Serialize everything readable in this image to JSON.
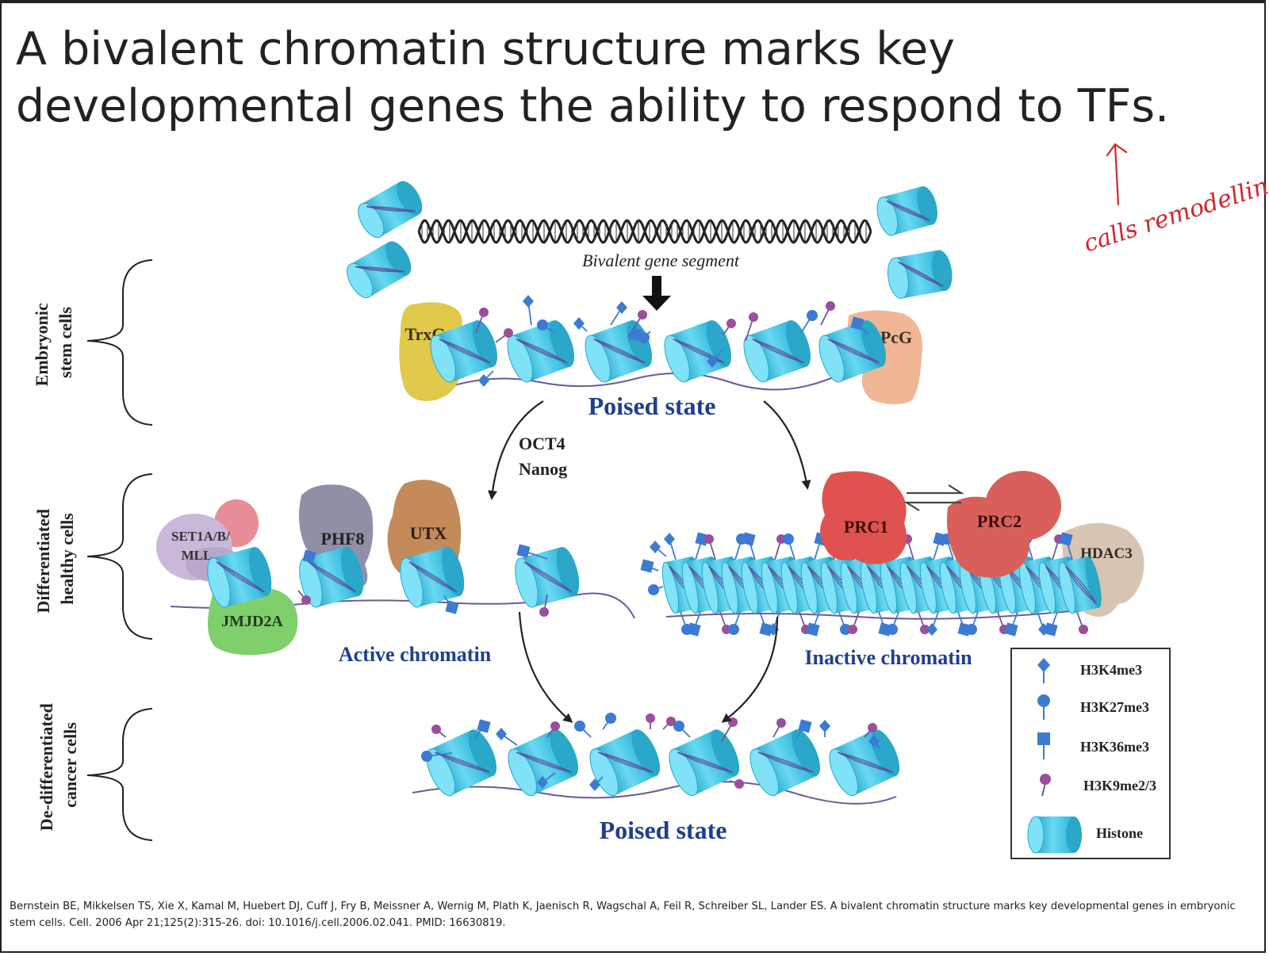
{
  "title": {
    "line1": "A bivalent chromatin structure marks key",
    "line2": "developmental genes the ability to respond to TFs."
  },
  "handwritten_note": "calls remodelling",
  "diagram": {
    "dna_label": "Bivalent gene segment",
    "rows": {
      "embryonic": "Embryonic stem cells",
      "differentiated": "Differentiated healthy cells",
      "dedifferentiated": "De-differentiated cancer cells"
    },
    "rows_lines": {
      "embryonic": [
        "Embryonic",
        "stem cells"
      ],
      "differentiated": [
        "Differentiated",
        "healthy cells"
      ],
      "dedifferentiated": [
        "De-differentiated",
        "cancer cells"
      ]
    },
    "proteins": {
      "trxg": "TrxG",
      "pcg": "PcG",
      "set1": [
        "SET1A/B/",
        "MLL"
      ],
      "phf8": "PHF8",
      "utx": "UTX",
      "jmjd2a": "JMJD2A",
      "prc1": "PRC1",
      "prc2": "PRC2",
      "hdac3": "HDAC3"
    },
    "states": {
      "poised_top": "Poised state",
      "active": "Active chromatin",
      "inactive": "Inactive chromatin",
      "poised_bottom": "Poised state"
    },
    "factors": [
      "OCT4",
      "Nanog"
    ],
    "legend": [
      {
        "label": "H3K4me3",
        "icon": "diamond-pin-icon"
      },
      {
        "label": "H3K27me3",
        "icon": "circle-pin-icon"
      },
      {
        "label": "H3K36me3",
        "icon": "square-pin-icon"
      },
      {
        "label": "H3K9me2/3",
        "icon": "purple-lollipop-icon"
      },
      {
        "label": "Histone",
        "icon": "histone-cylinder-icon"
      }
    ],
    "colors": {
      "histone": "#5fd3ee",
      "histone_dark": "#2aa7c9",
      "label_blue": "#1d3f8f",
      "trxg": "#e0c94b",
      "pcg": "#f0b696",
      "prc1": "#e0524f",
      "prc2": "#d9605a",
      "hdac3": "#d7c5b2",
      "phf8": "#8f90a8",
      "utx": "#c48a5a",
      "jmjd2a": "#7fcf6d",
      "set1": "#c9b8d9",
      "mark_blue": "#3b7bd3",
      "mark_purple": "#9a4e9e",
      "note_red": "#d0262b"
    }
  },
  "citation": "Bernstein BE, Mikkelsen TS, Xie X, Kamal M, Huebert DJ, Cuff J, Fry B, Meissner A, Wernig M, Plath K, Jaenisch R, Wagschal A, Feil R, Schreiber SL, Lander ES. A bivalent chromatin structure marks key developmental genes in embryonic stem cells. Cell. 2006 Apr 21;125(2):315-26. doi: 10.1016/j.cell.2006.02.041. PMID: 16630819."
}
